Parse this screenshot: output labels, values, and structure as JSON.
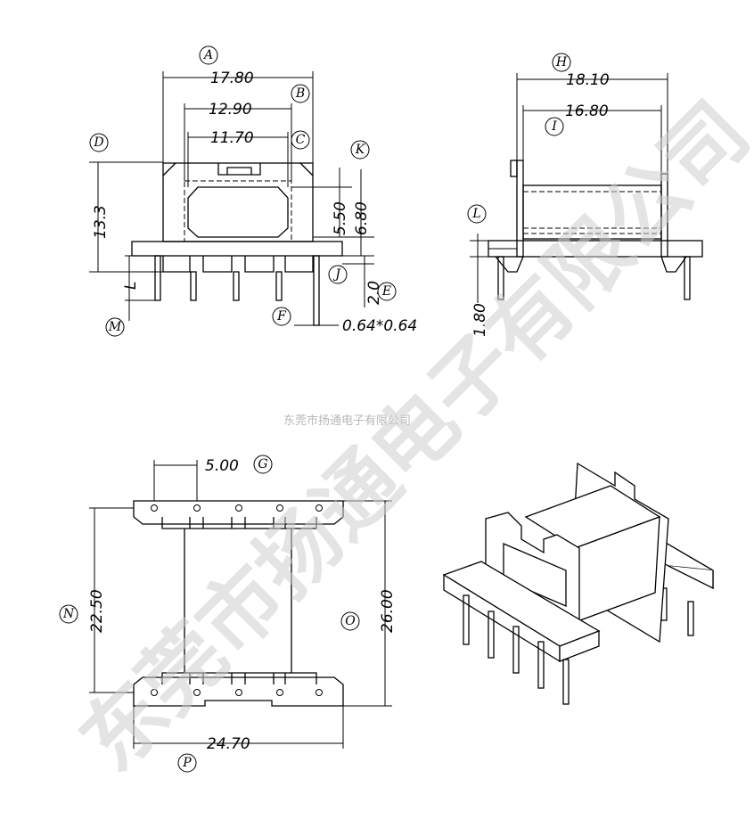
{
  "company_name": "东莞市扬通电子有限公司",
  "watermark": "东莞市扬通电子有限公司",
  "dimensions": {
    "A": "17.80",
    "B": "12.90",
    "C": "11.70",
    "D": "13.3",
    "K1": "5.50",
    "K2": "6.80",
    "H": "18.10",
    "I": "16.80",
    "E": "2.0",
    "F": "0.64*0.64",
    "L": "1.80",
    "M": "L",
    "G": "5.00",
    "N": "22.50",
    "O": "26.00",
    "P": "24.70"
  },
  "markers": [
    "A",
    "B",
    "C",
    "D",
    "E",
    "F",
    "G",
    "H",
    "I",
    "J",
    "K",
    "L",
    "M",
    "N",
    "O",
    "P"
  ]
}
